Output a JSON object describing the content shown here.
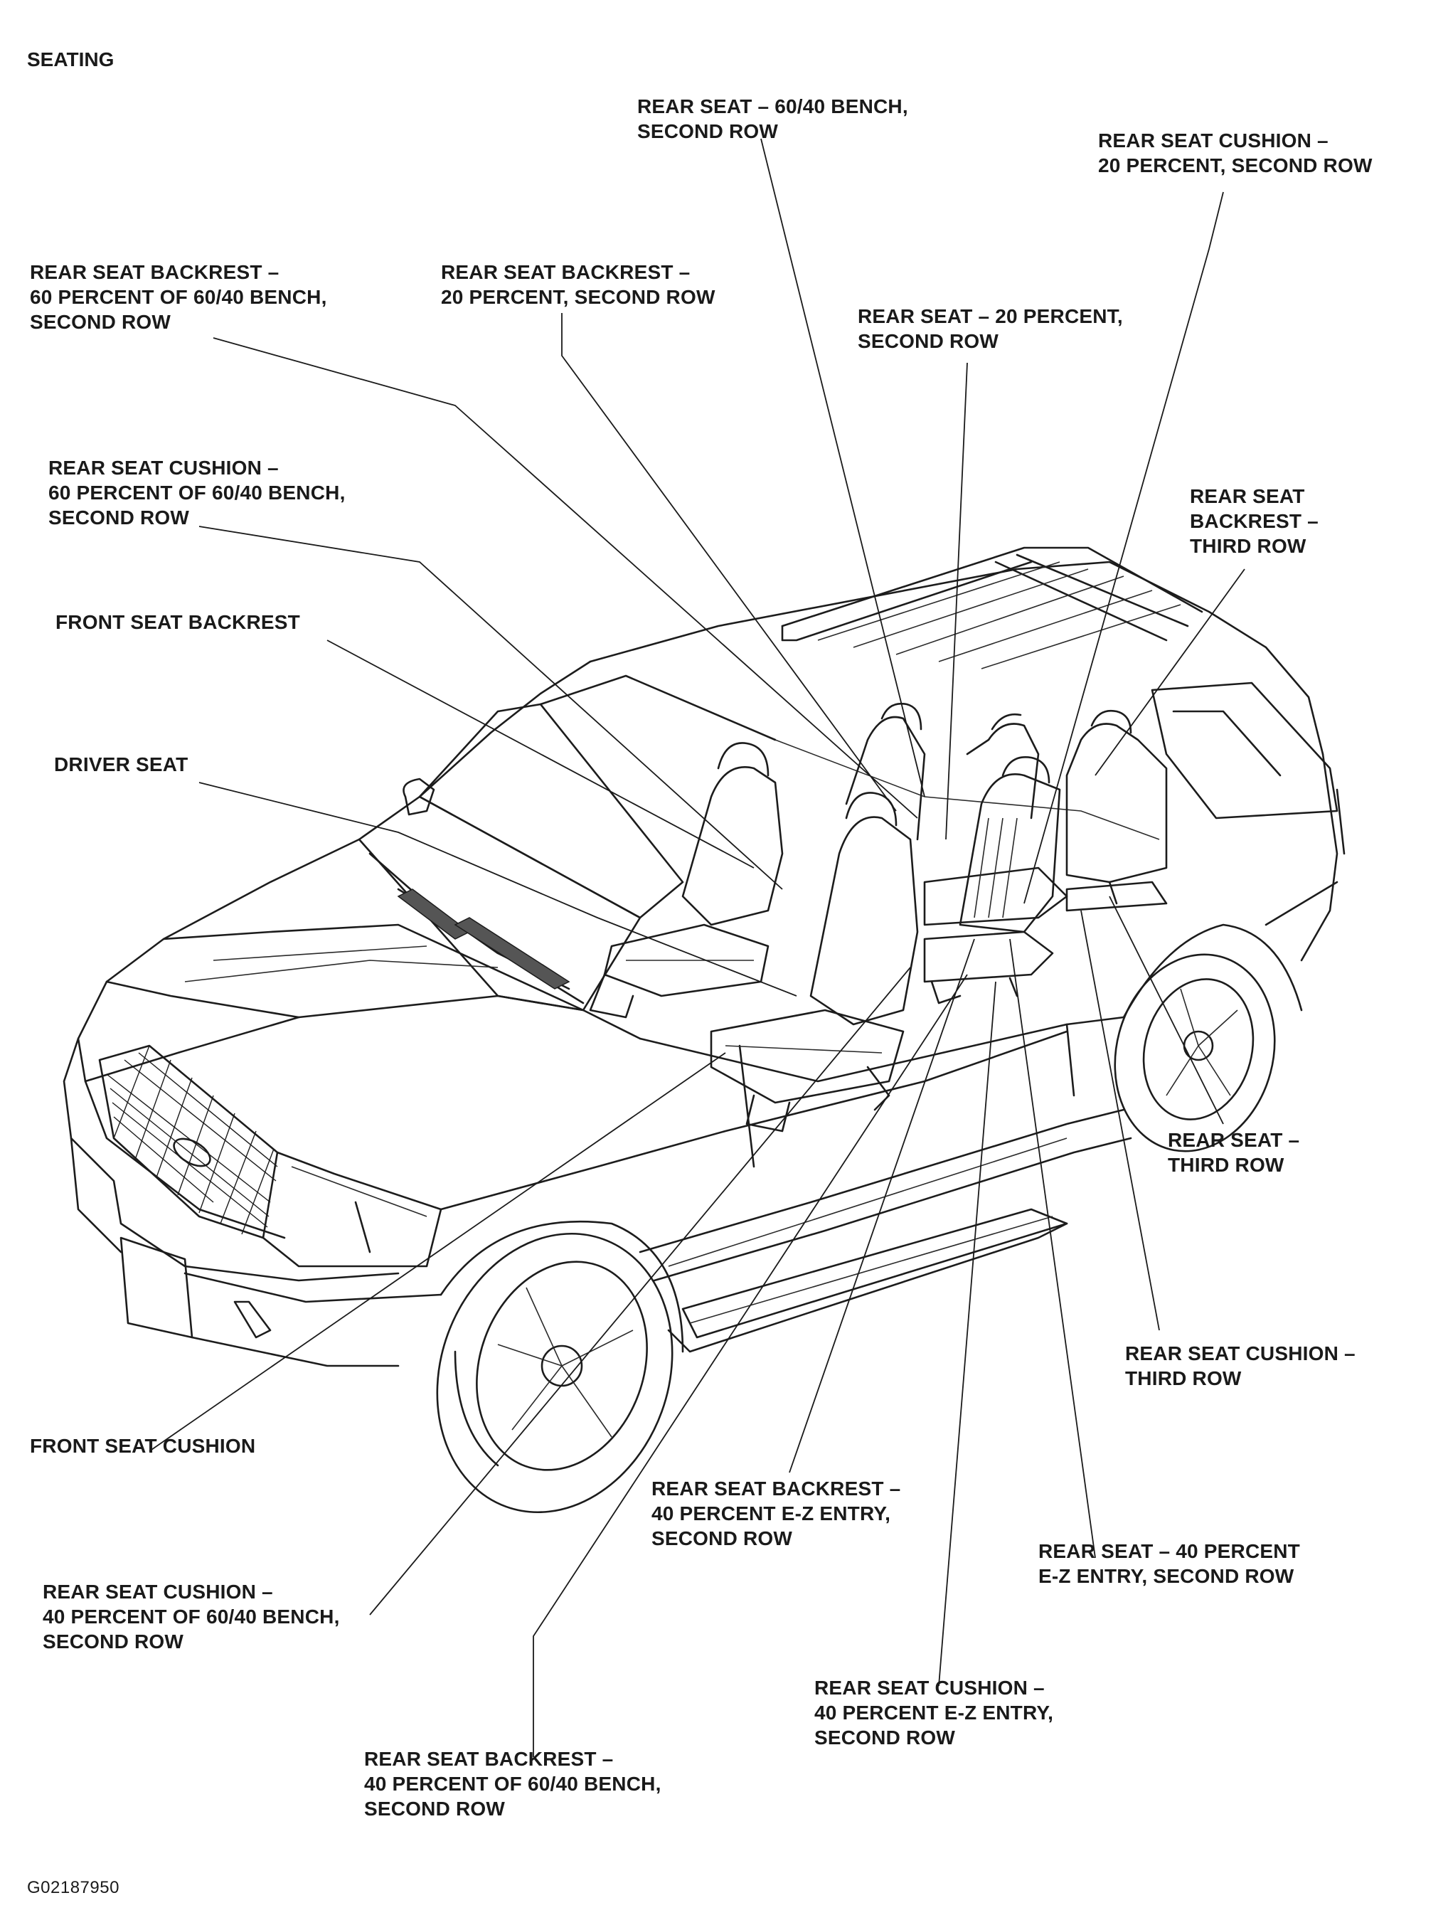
{
  "title": "SEATING",
  "figure_id": "G02187950",
  "labels": {
    "rear_seat_6040_bench": [
      "REAR SEAT –  60/40 BENCH,",
      "SECOND ROW"
    ],
    "rear_cushion_20": [
      "REAR SEAT CUSHION –",
      "20 PERCENT, SECOND ROW"
    ],
    "rear_backrest_60": [
      "REAR SEAT BACKREST –",
      "60 PERCENT OF 60/40 BENCH,",
      "SECOND ROW"
    ],
    "rear_backrest_20": [
      "REAR SEAT BACKREST –",
      "20 PERCENT, SECOND ROW"
    ],
    "rear_seat_20": [
      "REAR SEAT –  20 PERCENT,",
      "SECOND ROW"
    ],
    "rear_cushion_60": [
      "REAR SEAT CUSHION –",
      "60 PERCENT OF 60/40 BENCH,",
      "SECOND ROW"
    ],
    "rear_backrest_third": [
      "REAR SEAT",
      "BACKREST –",
      "THIRD ROW"
    ],
    "front_backrest": [
      "FRONT SEAT BACKREST"
    ],
    "driver_seat": [
      "DRIVER SEAT"
    ],
    "rear_seat_third": [
      "REAR SEAT –",
      "THIRD ROW"
    ],
    "rear_cushion_third": [
      "REAR SEAT CUSHION –",
      "THIRD ROW"
    ],
    "front_cushion": [
      "FRONT SEAT CUSHION"
    ],
    "rear_backrest_40ez": [
      "REAR SEAT BACKREST –",
      "40 PERCENT E-Z ENTRY,",
      "SECOND ROW"
    ],
    "rear_seat_40ez": [
      "REAR SEAT –  40 PERCENT",
      "E-Z ENTRY, SECOND ROW"
    ],
    "rear_cushion_40bench": [
      "REAR SEAT CUSHION –",
      "40 PERCENT OF 60/40 BENCH,",
      "SECOND ROW"
    ],
    "rear_cushion_40ez": [
      "REAR SEAT CUSHION –",
      "40 PERCENT E-Z ENTRY,",
      "SECOND ROW"
    ],
    "rear_backrest_40bench": [
      "REAR SEAT BACKREST –",
      "40 PERCENT OF 60/40 BENCH,",
      "SECOND ROW"
    ]
  }
}
